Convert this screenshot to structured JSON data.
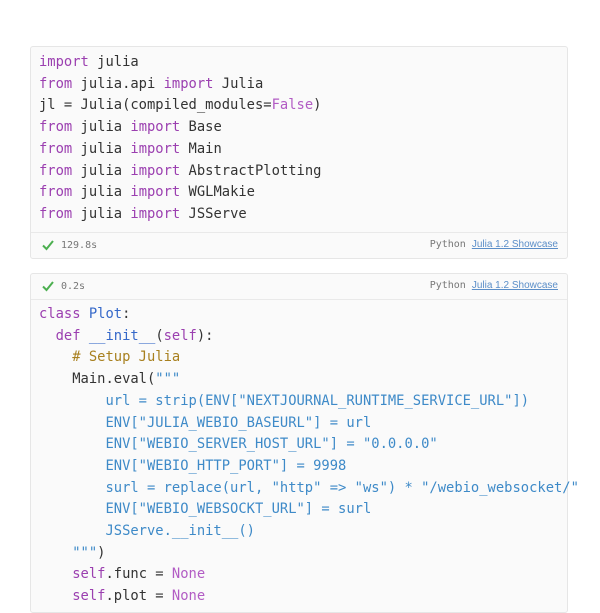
{
  "cells": [
    {
      "status": "129.8s",
      "language": "Python",
      "environment": "Julia 1.2 Showcase",
      "lines": [
        "import julia",
        "from julia.api import Julia",
        "jl = Julia(compiled_modules=False)",
        "from julia import Base",
        "from julia import Main",
        "from julia import AbstractPlotting",
        "from julia import WGLMakie",
        "from julia import JSServe"
      ]
    },
    {
      "status": "0.2s",
      "language": "Python",
      "environment": "Julia 1.2 Showcase",
      "lines": [
        "class Plot:",
        "  def __init__(self):",
        "    # Setup Julia",
        "    Main.eval(\"\"\"",
        "        url = strip(ENV[\"NEXTJOURNAL_RUNTIME_SERVICE_URL\"])",
        "        ENV[\"JULIA_WEBIO_BASEURL\"] = url",
        "        ENV[\"WEBIO_SERVER_HOST_URL\"] = \"0.0.0.0\"",
        "        ENV[\"WEBIO_HTTP_PORT\"] = 9998",
        "        surl = replace(url, \"http\" => \"ws\") * \"/webio_websocket/\"",
        "        ENV[\"WEBIO_WEBSOCKT_URL\"] = surl",
        "        JSServe.__init__()",
        "    \"\"\")",
        "    self.func = None",
        "    self.plot = None"
      ]
    }
  ]
}
